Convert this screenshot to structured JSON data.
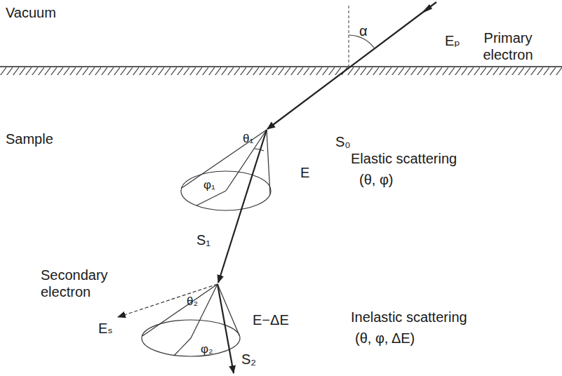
{
  "diagram": {
    "labels": [
      "Vacuum",
      "α",
      "Eₚ",
      "Primary electron",
      "Sample",
      "S₀",
      "Elastic scattering",
      "(θ, φ)",
      "E",
      "θ₁",
      "φ₁",
      "S₁",
      "Secondary electron",
      "Eₛ",
      "E−ΔE",
      "Inelastic scattering",
      "(θ, φ, ΔE)",
      "θ₂",
      "φ₂",
      "S₂"
    ]
  }
}
